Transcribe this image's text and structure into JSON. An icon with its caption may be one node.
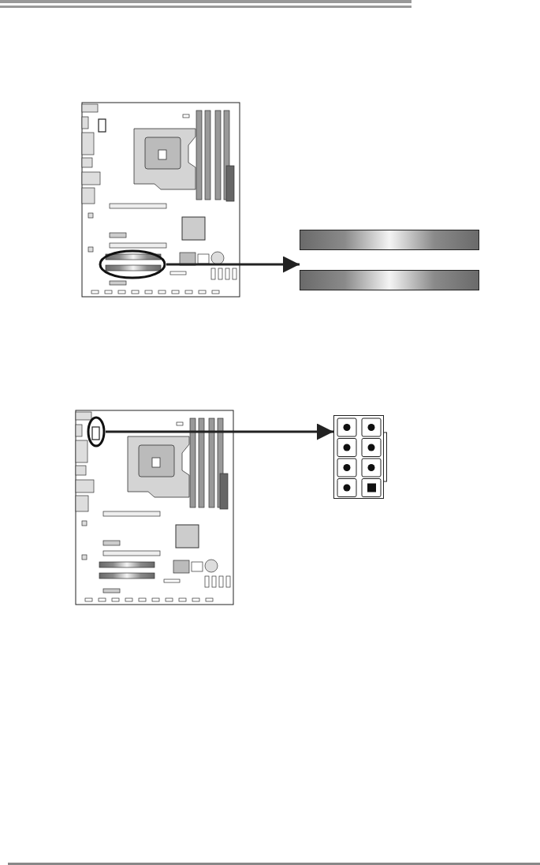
{
  "diagram": {
    "nodes": [
      {
        "text": [],
        "shape": "circle"
      },
      {
        "text": [],
        "shape": "bar"
      },
      {
        "text": [],
        "shape": "bar"
      },
      {
        "text": [],
        "shape": "circle"
      },
      {
        "text": [],
        "shape": "box"
      }
    ],
    "edges": [
      {
        "from": 0,
        "to": 2,
        "arrow": "to"
      },
      {
        "from": 3,
        "to": 4,
        "arrow": "to"
      }
    ]
  }
}
